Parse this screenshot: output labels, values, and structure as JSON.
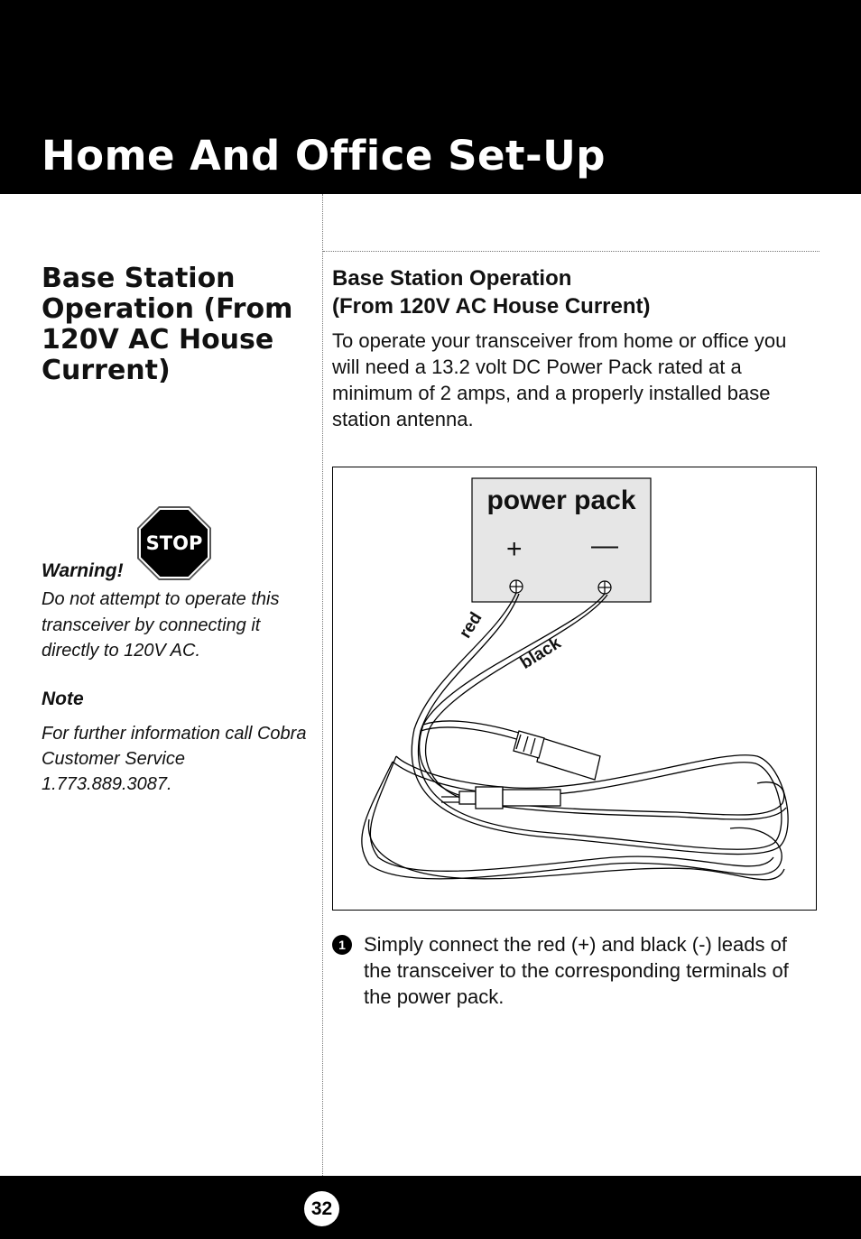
{
  "header": {
    "title": "Home And Office Set-Up"
  },
  "sidebar": {
    "heading": "Base Station Operation (From 120V AC House Current)",
    "stop_sign_text": "STOP",
    "warning_label": "Warning!",
    "warning_text": "Do not attempt to operate this transceiver by connecting it directly to 120V AC.",
    "note_label": "Note",
    "note_text": "For further information call Cobra Customer Service 1.773.889.3087."
  },
  "main": {
    "heading_line1": "Base Station Operation",
    "heading_line2": "(From 120V AC House Current)",
    "intro": "To operate your transceiver from home or office you will need a 13.2 volt DC Power Pack rated at a minimum of 2 amps, and a properly installed base station antenna.",
    "figure": {
      "power_pack_label": "power pack",
      "plus_symbol": "+",
      "minus_symbol": "—",
      "red_wire_label": "red",
      "black_wire_label": "black"
    },
    "step": {
      "number": "1",
      "text": "Simply connect the red (+) and black (-) leads of the transceiver to the corresponding terminals of the power pack."
    }
  },
  "footer": {
    "page_number": "32"
  },
  "colors": {
    "band": "#000000",
    "power_pack_fill": "#e6e6e6",
    "stop_sign_fill": "#000000"
  }
}
